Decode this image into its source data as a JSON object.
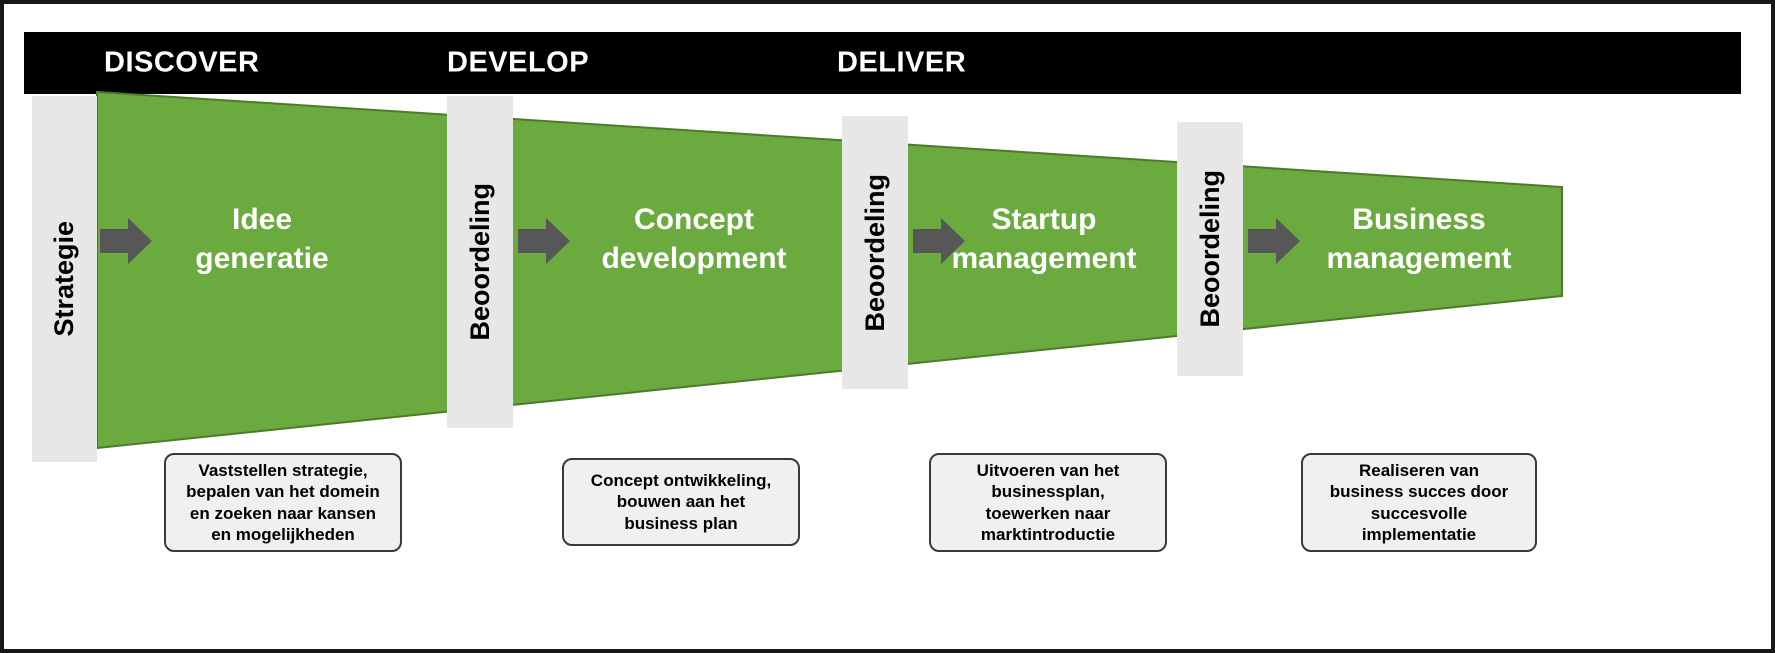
{
  "diagram": {
    "phases": [
      "DISCOVER",
      "DEVELOP",
      "DELIVER"
    ],
    "gates": [
      "Strategie",
      "Beoordeling",
      "Beoordeling",
      "Beoordeling"
    ],
    "stages": [
      {
        "title": "Idee\ngeneratie",
        "note": "Vaststellen strategie,\nbepalen van het domein\nen zoeken naar kansen\nen mogelijkheden"
      },
      {
        "title": "Concept\ndevelopment",
        "note": "Concept ontwikkeling,\nbouwen aan het\nbusiness plan"
      },
      {
        "title": "Startup\nmanagement",
        "note": "Uitvoeren van het\nbusinessplan,\ntoewerken naar\nmarktintroductie"
      },
      {
        "title": "Business\nmanagement",
        "note": "Realiseren van\nbusiness succes door\nsuccesvolle\nimplementatie"
      }
    ],
    "colors": {
      "header_bg": "#000000",
      "header_text": "#ffffff",
      "funnel_green": "#6aaa3f",
      "funnel_border": "#4e7a2b",
      "gate_gray": "#e7e7e7",
      "arrow_gray": "#575757",
      "note_bg": "#f0f0f0",
      "note_border": "#3a3a3a"
    }
  }
}
